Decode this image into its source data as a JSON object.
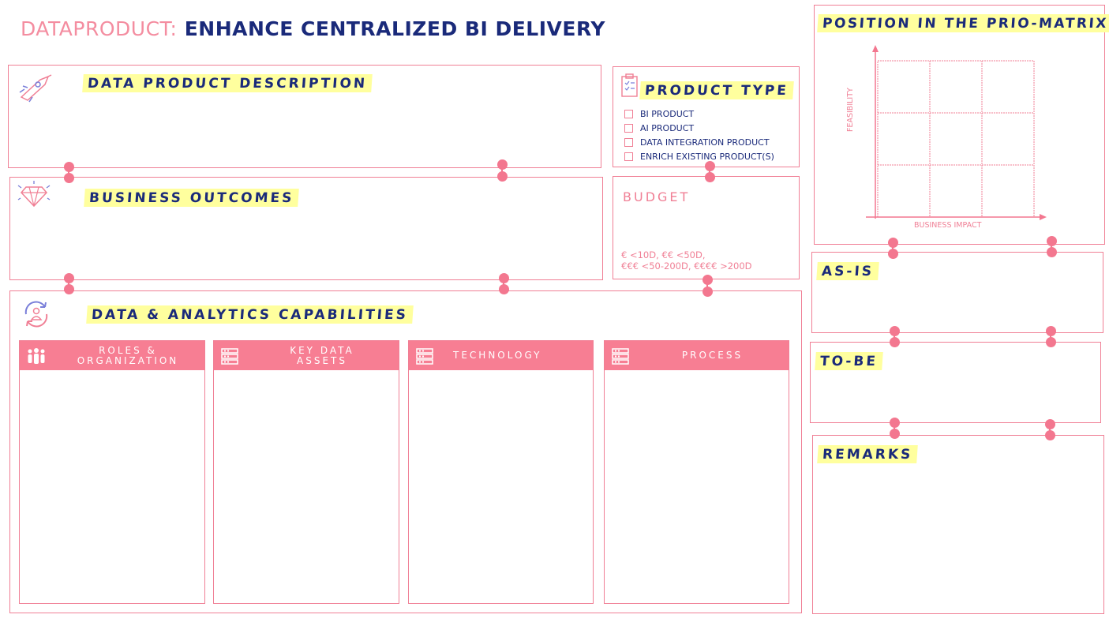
{
  "header": {
    "prefix": "DATAPRODUCT:",
    "title": "ENHANCE CENTRALIZED BI DELIVERY"
  },
  "description": {
    "heading": "DATA PRODUCT DESCRIPTION",
    "icon": "rocket-icon"
  },
  "product_type": {
    "heading": "PRODUCT TYPE",
    "icon": "clipboard-icon",
    "options": [
      {
        "label": "BI PRODUCT",
        "checked": false
      },
      {
        "label": "AI PRODUCT",
        "checked": false
      },
      {
        "label": "DATA INTEGRATION PRODUCT",
        "checked": false
      },
      {
        "label": "ENRICH EXISTING PRODUCT(S)",
        "checked": false
      }
    ]
  },
  "outcomes": {
    "heading": "BUSINESS OUTCOMES",
    "icon": "diamond-icon"
  },
  "budget": {
    "heading": "BUDGET",
    "note_line1": "€ <10D, €€ <50D,",
    "note_line2": "€€€ <50-200D, €€€€ >200D"
  },
  "capabilities": {
    "heading": "DATA & ANALYTICS CAPABILITIES",
    "icon": "cycle-person-icon",
    "columns": [
      {
        "line1": "ROLES &",
        "line2": "ORGANIZATION",
        "icon": "people-icon"
      },
      {
        "line1": "KEY DATA",
        "line2": "ASSETS",
        "icon": "server-icon"
      },
      {
        "line1": "TECHNOLOGY",
        "line2": "",
        "icon": "server-icon"
      },
      {
        "line1": "PROCESS",
        "line2": "",
        "icon": "server-icon"
      }
    ]
  },
  "matrix": {
    "heading": "POSITION IN THE PRIO-MATRIX",
    "ylabel": "FEASIBILITY",
    "xlabel": "BUSINESS IMPACT"
  },
  "as_is": {
    "heading": "AS-IS"
  },
  "to_be": {
    "heading": "TO-BE"
  },
  "remarks": {
    "heading": "REMARKS"
  },
  "colors": {
    "accent": "#f3778f",
    "navy": "#1a2a7a",
    "highlight": "#ffff9e"
  }
}
